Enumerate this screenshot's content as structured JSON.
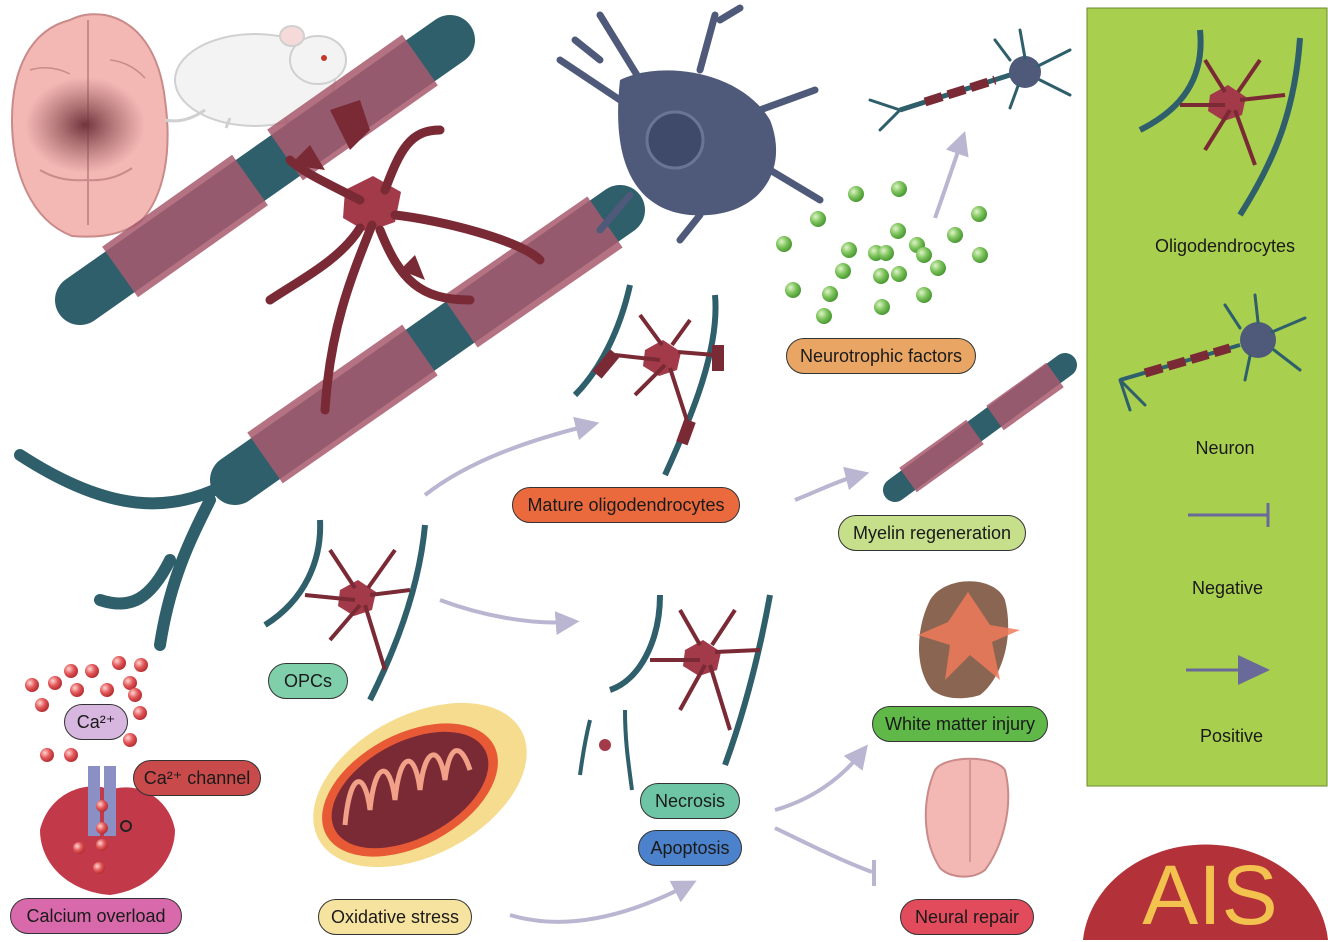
{
  "labels": {
    "calcium_overload": "Calcium overload",
    "ca_ion": "Ca²⁺",
    "ca_channel": "Ca²⁺ channel",
    "opcs": "OPCs",
    "oxidative_stress": "Oxidative stress",
    "mature_oligodendrocytes": "Mature oligodendrocytes",
    "myelin_regeneration": "Myelin regeneration",
    "neurotrophic_factors": "Neurotrophic factors",
    "necrosis": "Necrosis",
    "apoptosis": "Apoptosis",
    "white_matter_injury": "White matter injury",
    "neural_repair": "Neural repair"
  },
  "legend": {
    "oligodendrocytes": "Oligodendrocytes",
    "neuron": "Neuron",
    "negative": "Negative",
    "positive": "Positive"
  },
  "badge": {
    "text": "AIS"
  },
  "colors": {
    "legend_bg": "#a8cf4e",
    "badge_bg": "#b3323a",
    "badge_text": "#f2c14e",
    "axon": "#2e5f6b",
    "myelin": "#a85a6e",
    "oligo": "#7a2a35",
    "arrow": "#bab5d0",
    "calcium_pill": "#d86aab",
    "ca_channel_pill": "#c84a4a",
    "opcs_pill": "#7fcfaa",
    "oxidative_pill": "#f7e3a0",
    "mature_pill": "#ea6a3e",
    "myelin_pill": "#c5df8a",
    "neurotrophic_pill": "#e8a564",
    "necrosis_pill": "#6ec5a5",
    "apoptosis_pill": "#4c82cc",
    "white_matter_pill": "#5fb848",
    "neural_repair_pill": "#e24b5c"
  }
}
